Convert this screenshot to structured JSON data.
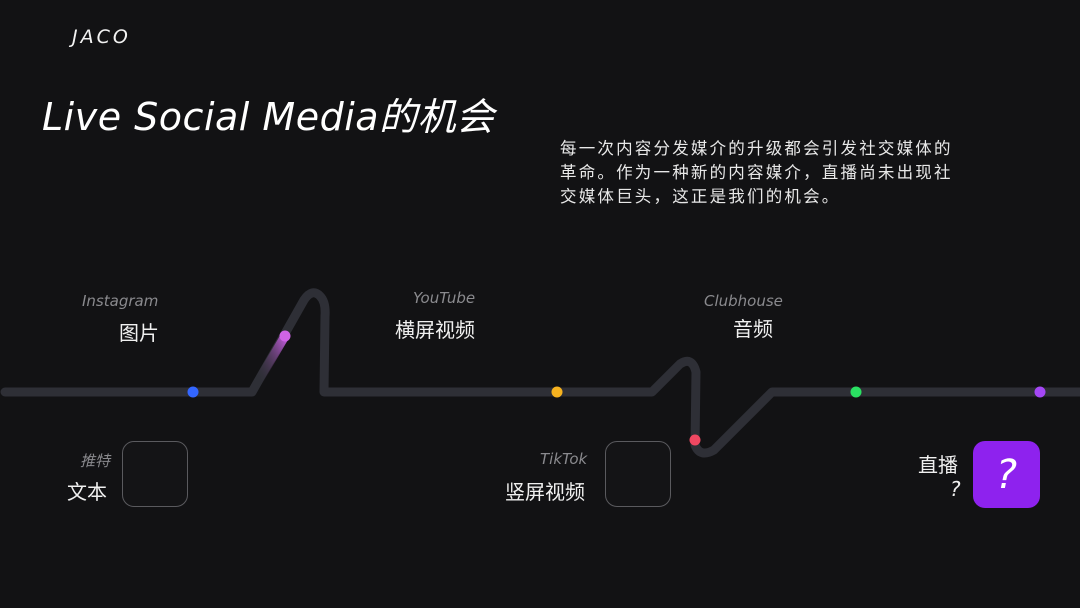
{
  "brand": "JACO",
  "title": "Live Social Media的机会",
  "description": "每一次内容分发媒介的升级都会引发社交媒体的革命。作为一种新的内容媒介，直播尚未出现社交媒体巨头，这正是我们的机会。",
  "timeline": {
    "top": [
      {
        "en": "Instagram",
        "cn": "图片"
      },
      {
        "en": "YouTube",
        "cn": "横屏视频"
      },
      {
        "en": "Clubhouse",
        "cn": "音频"
      }
    ],
    "bottom": [
      {
        "en": "推特",
        "cn": "文本"
      },
      {
        "en": "TikTok",
        "cn": "竖屏视频"
      },
      {
        "en": "直播",
        "cn": "?"
      }
    ],
    "question_icon": "?"
  },
  "colors": {
    "background": "#121214",
    "track": "#2e2f36",
    "blue": "#2a5cff",
    "violet": "#c25bdc",
    "amber": "#f0a81c",
    "red": "#ee3d5e",
    "green": "#22d45a",
    "purple": "#9a3ef0"
  }
}
